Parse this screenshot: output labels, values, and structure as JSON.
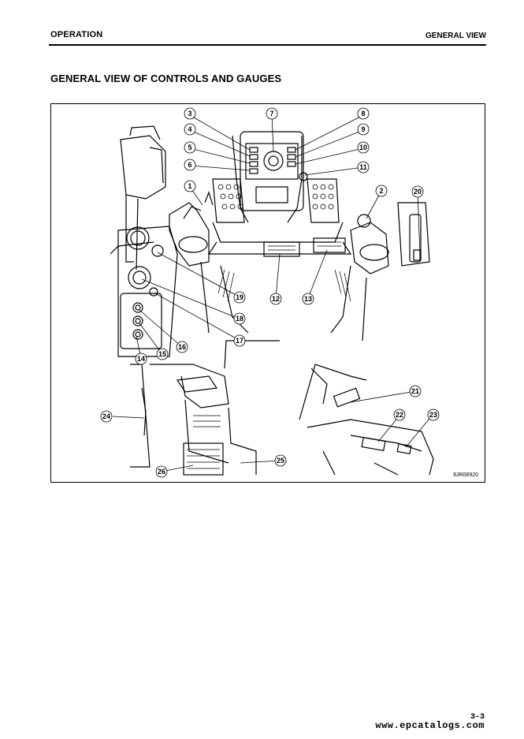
{
  "header": {
    "section": "OPERATION",
    "chapter": "GENERAL VIEW"
  },
  "title": "GENERAL VIEW OF CONTROLS AND GAUGES",
  "figure": {
    "code": "9JR08920",
    "callouts": [
      "1",
      "2",
      "3",
      "4",
      "5",
      "6",
      "7",
      "8",
      "9",
      "10",
      "11",
      "12",
      "13",
      "14",
      "15",
      "16",
      "17",
      "18",
      "19",
      "20",
      "21",
      "22",
      "23",
      "24",
      "25",
      "26"
    ]
  },
  "footer": {
    "page": "3-3",
    "watermark": "www.epcatalogs.com"
  }
}
